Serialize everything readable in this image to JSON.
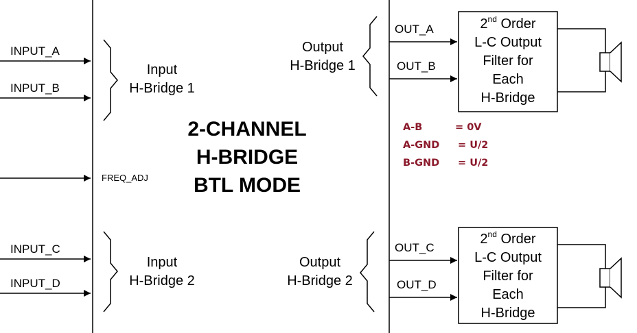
{
  "title": {
    "line1": "2-CHANNEL",
    "line2": "H-BRIDGE",
    "line3": "BTL MODE"
  },
  "inputs": [
    {
      "label": "INPUT_A"
    },
    {
      "label": "INPUT_B"
    },
    {
      "label": "INPUT_C"
    },
    {
      "label": "INPUT_D"
    }
  ],
  "freq_adj": "FREQ_ADJ",
  "input_bridges": [
    {
      "line1": "Input",
      "line2": "H-Bridge 1"
    },
    {
      "line1": "Input",
      "line2": "H-Bridge 2"
    }
  ],
  "output_bridges": [
    {
      "line1": "Output",
      "line2": "H-Bridge 1"
    },
    {
      "line1": "Output",
      "line2": "H-Bridge 2"
    }
  ],
  "outputs": [
    {
      "label": "OUT_A"
    },
    {
      "label": "OUT_B"
    },
    {
      "label": "OUT_C"
    },
    {
      "label": "OUT_D"
    }
  ],
  "filter": {
    "line1_main": "2",
    "line1_sup": "nd",
    "line1_rest": " Order",
    "line2": "L-C Output",
    "line3": "Filter for",
    "line4": "Each",
    "line5": "H-Bridge"
  },
  "notes": [
    {
      "name": "A-B",
      "value": "= 0V"
    },
    {
      "name": "A-GND",
      "value": "= U/2"
    },
    {
      "name": "B-GND",
      "value": "= U/2"
    }
  ],
  "colors": {
    "note": "#8b1a2b",
    "line": "#000000"
  }
}
